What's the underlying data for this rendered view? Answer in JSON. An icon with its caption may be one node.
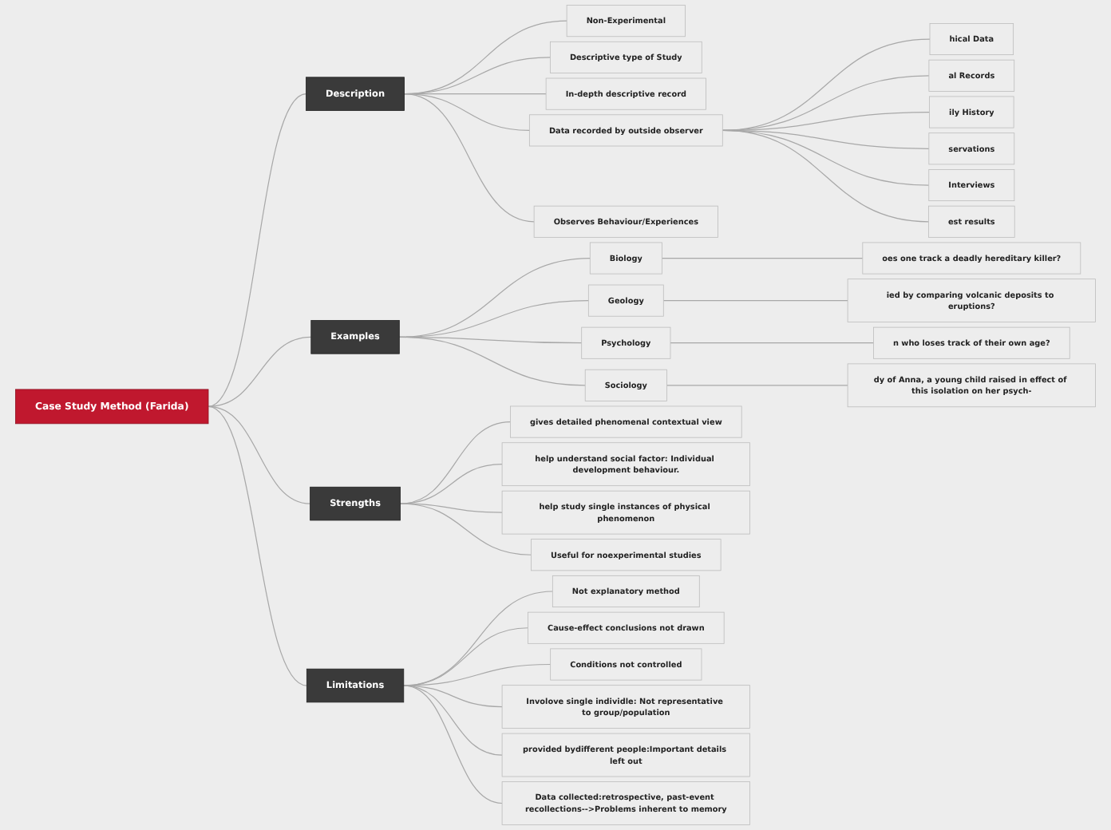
{
  "diagram": {
    "nodes": [
      {
        "text": [
          "Case Study Method (Farida)"
        ]
      },
      {
        "text": [
          "Description"
        ]
      },
      {
        "text": [
          "Non-Experimental"
        ]
      },
      {
        "text": [
          "Descriptive type of Study"
        ]
      },
      {
        "text": [
          "In-depth descriptive record"
        ]
      },
      {
        "text": [
          "Data recorded by outside observer"
        ]
      },
      {
        "text": [
          "hical Data"
        ]
      },
      {
        "text": [
          "al Records"
        ]
      },
      {
        "text": [
          "ily History"
        ]
      },
      {
        "text": [
          "servations"
        ]
      },
      {
        "text": [
          "Interviews"
        ]
      },
      {
        "text": [
          "est results"
        ]
      },
      {
        "text": [
          "Observes Behaviour/Experiences"
        ]
      },
      {
        "text": [
          "Examples"
        ]
      },
      {
        "text": [
          "Biology"
        ]
      },
      {
        "text": [
          "oes one track a deadly hereditary killer?"
        ]
      },
      {
        "text": [
          "Geology"
        ]
      },
      {
        "text": [
          "ied by comparing volcanic deposits to eruptions?"
        ]
      },
      {
        "text": [
          "Psychology"
        ]
      },
      {
        "text": [
          "n who loses track of their own age?"
        ]
      },
      {
        "text": [
          "Sociology"
        ]
      },
      {
        "text": [
          "dy of Anna, a young child raised in effect of this isolation on her psych-"
        ]
      },
      {
        "text": [
          "Strengths"
        ]
      },
      {
        "text": [
          "gives detailed phenomenal contextual view"
        ]
      },
      {
        "text": [
          "help understand social factor: Individual development behaviour."
        ]
      },
      {
        "text": [
          "help study single instances of physical phenomenon"
        ]
      },
      {
        "text": [
          "Useful for noexperimental studies"
        ]
      },
      {
        "text": [
          "Limitations"
        ]
      },
      {
        "text": [
          "Not explanatory method"
        ]
      },
      {
        "text": [
          "Cause-effect conclusions not drawn"
        ]
      },
      {
        "text": [
          "Conditions not controlled"
        ]
      },
      {
        "text": [
          "Involove single individle: Not representative to group/population"
        ]
      },
      {
        "text": [
          "provided bydifferent people:Important details left out"
        ]
      },
      {
        "text": [
          "Data collected:retrospective, past-event recollections-->Problems inherent to memory"
        ]
      }
    ],
    "edges": [
      {
        "from": 0,
        "to": 1,
        "arrow": "none"
      },
      {
        "from": 1,
        "to": 2,
        "arrow": "none"
      },
      {
        "from": 1,
        "to": 3,
        "arrow": "none"
      },
      {
        "from": 1,
        "to": 4,
        "arrow": "none"
      },
      {
        "from": 1,
        "to": 5,
        "arrow": "none"
      },
      {
        "from": 5,
        "to": 6,
        "arrow": "none"
      },
      {
        "from": 5,
        "to": 7,
        "arrow": "none"
      },
      {
        "from": 5,
        "to": 8,
        "arrow": "none"
      },
      {
        "from": 5,
        "to": 9,
        "arrow": "none"
      },
      {
        "from": 5,
        "to": 10,
        "arrow": "none"
      },
      {
        "from": 5,
        "to": 11,
        "arrow": "none"
      },
      {
        "from": 1,
        "to": 12,
        "arrow": "none"
      },
      {
        "from": 0,
        "to": 13,
        "arrow": "none"
      },
      {
        "from": 13,
        "to": 14,
        "arrow": "none"
      },
      {
        "from": 14,
        "to": 15,
        "arrow": "none"
      },
      {
        "from": 13,
        "to": 16,
        "arrow": "none"
      },
      {
        "from": 16,
        "to": 17,
        "arrow": "none"
      },
      {
        "from": 13,
        "to": 18,
        "arrow": "none"
      },
      {
        "from": 18,
        "to": 19,
        "arrow": "none"
      },
      {
        "from": 13,
        "to": 20,
        "arrow": "none"
      },
      {
        "from": 20,
        "to": 21,
        "arrow": "none"
      },
      {
        "from": 0,
        "to": 22,
        "arrow": "none"
      },
      {
        "from": 22,
        "to": 23,
        "arrow": "none"
      },
      {
        "from": 22,
        "to": 24,
        "arrow": "none"
      },
      {
        "from": 22,
        "to": 25,
        "arrow": "none"
      },
      {
        "from": 22,
        "to": 26,
        "arrow": "none"
      },
      {
        "from": 0,
        "to": 27,
        "arrow": "none"
      },
      {
        "from": 27,
        "to": 28,
        "arrow": "none"
      },
      {
        "from": 27,
        "to": 29,
        "arrow": "none"
      },
      {
        "from": 27,
        "to": 30,
        "arrow": "none"
      },
      {
        "from": 27,
        "to": 31,
        "arrow": "none"
      },
      {
        "from": 27,
        "to": 32,
        "arrow": "none"
      },
      {
        "from": 27,
        "to": 33,
        "arrow": "none"
      }
    ]
  }
}
